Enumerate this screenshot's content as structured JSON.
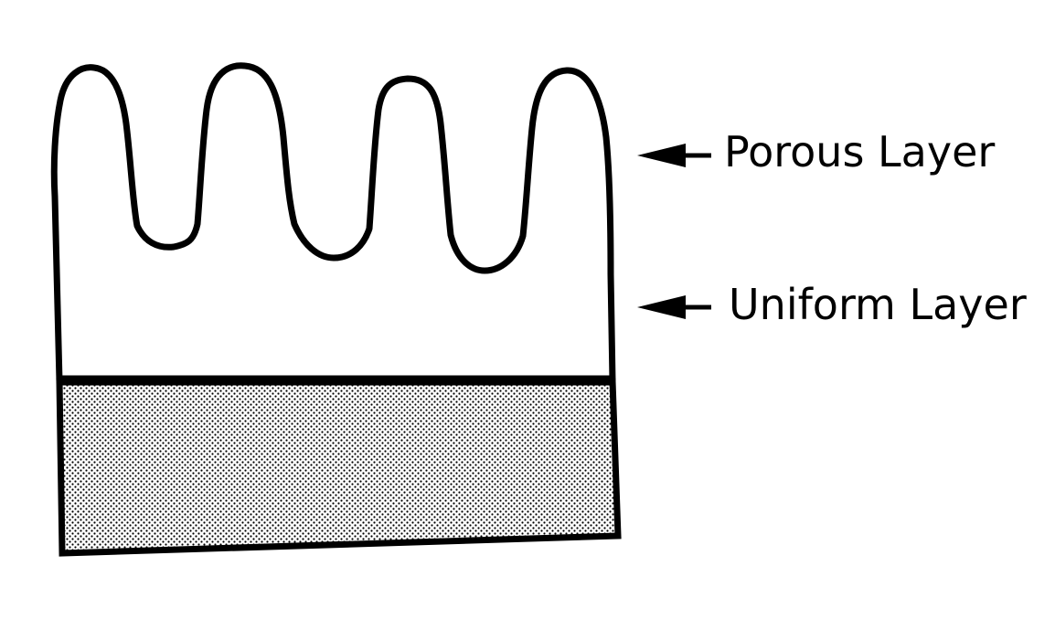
{
  "colors": {
    "outline": "#000000",
    "background": "#ffffff",
    "substrate_dots": "#000000"
  },
  "labels": {
    "porous": "Porous Layer",
    "uniform": "Uniform Layer"
  },
  "arrows": {
    "porous": "left-arrow",
    "uniform": "left-arrow"
  }
}
